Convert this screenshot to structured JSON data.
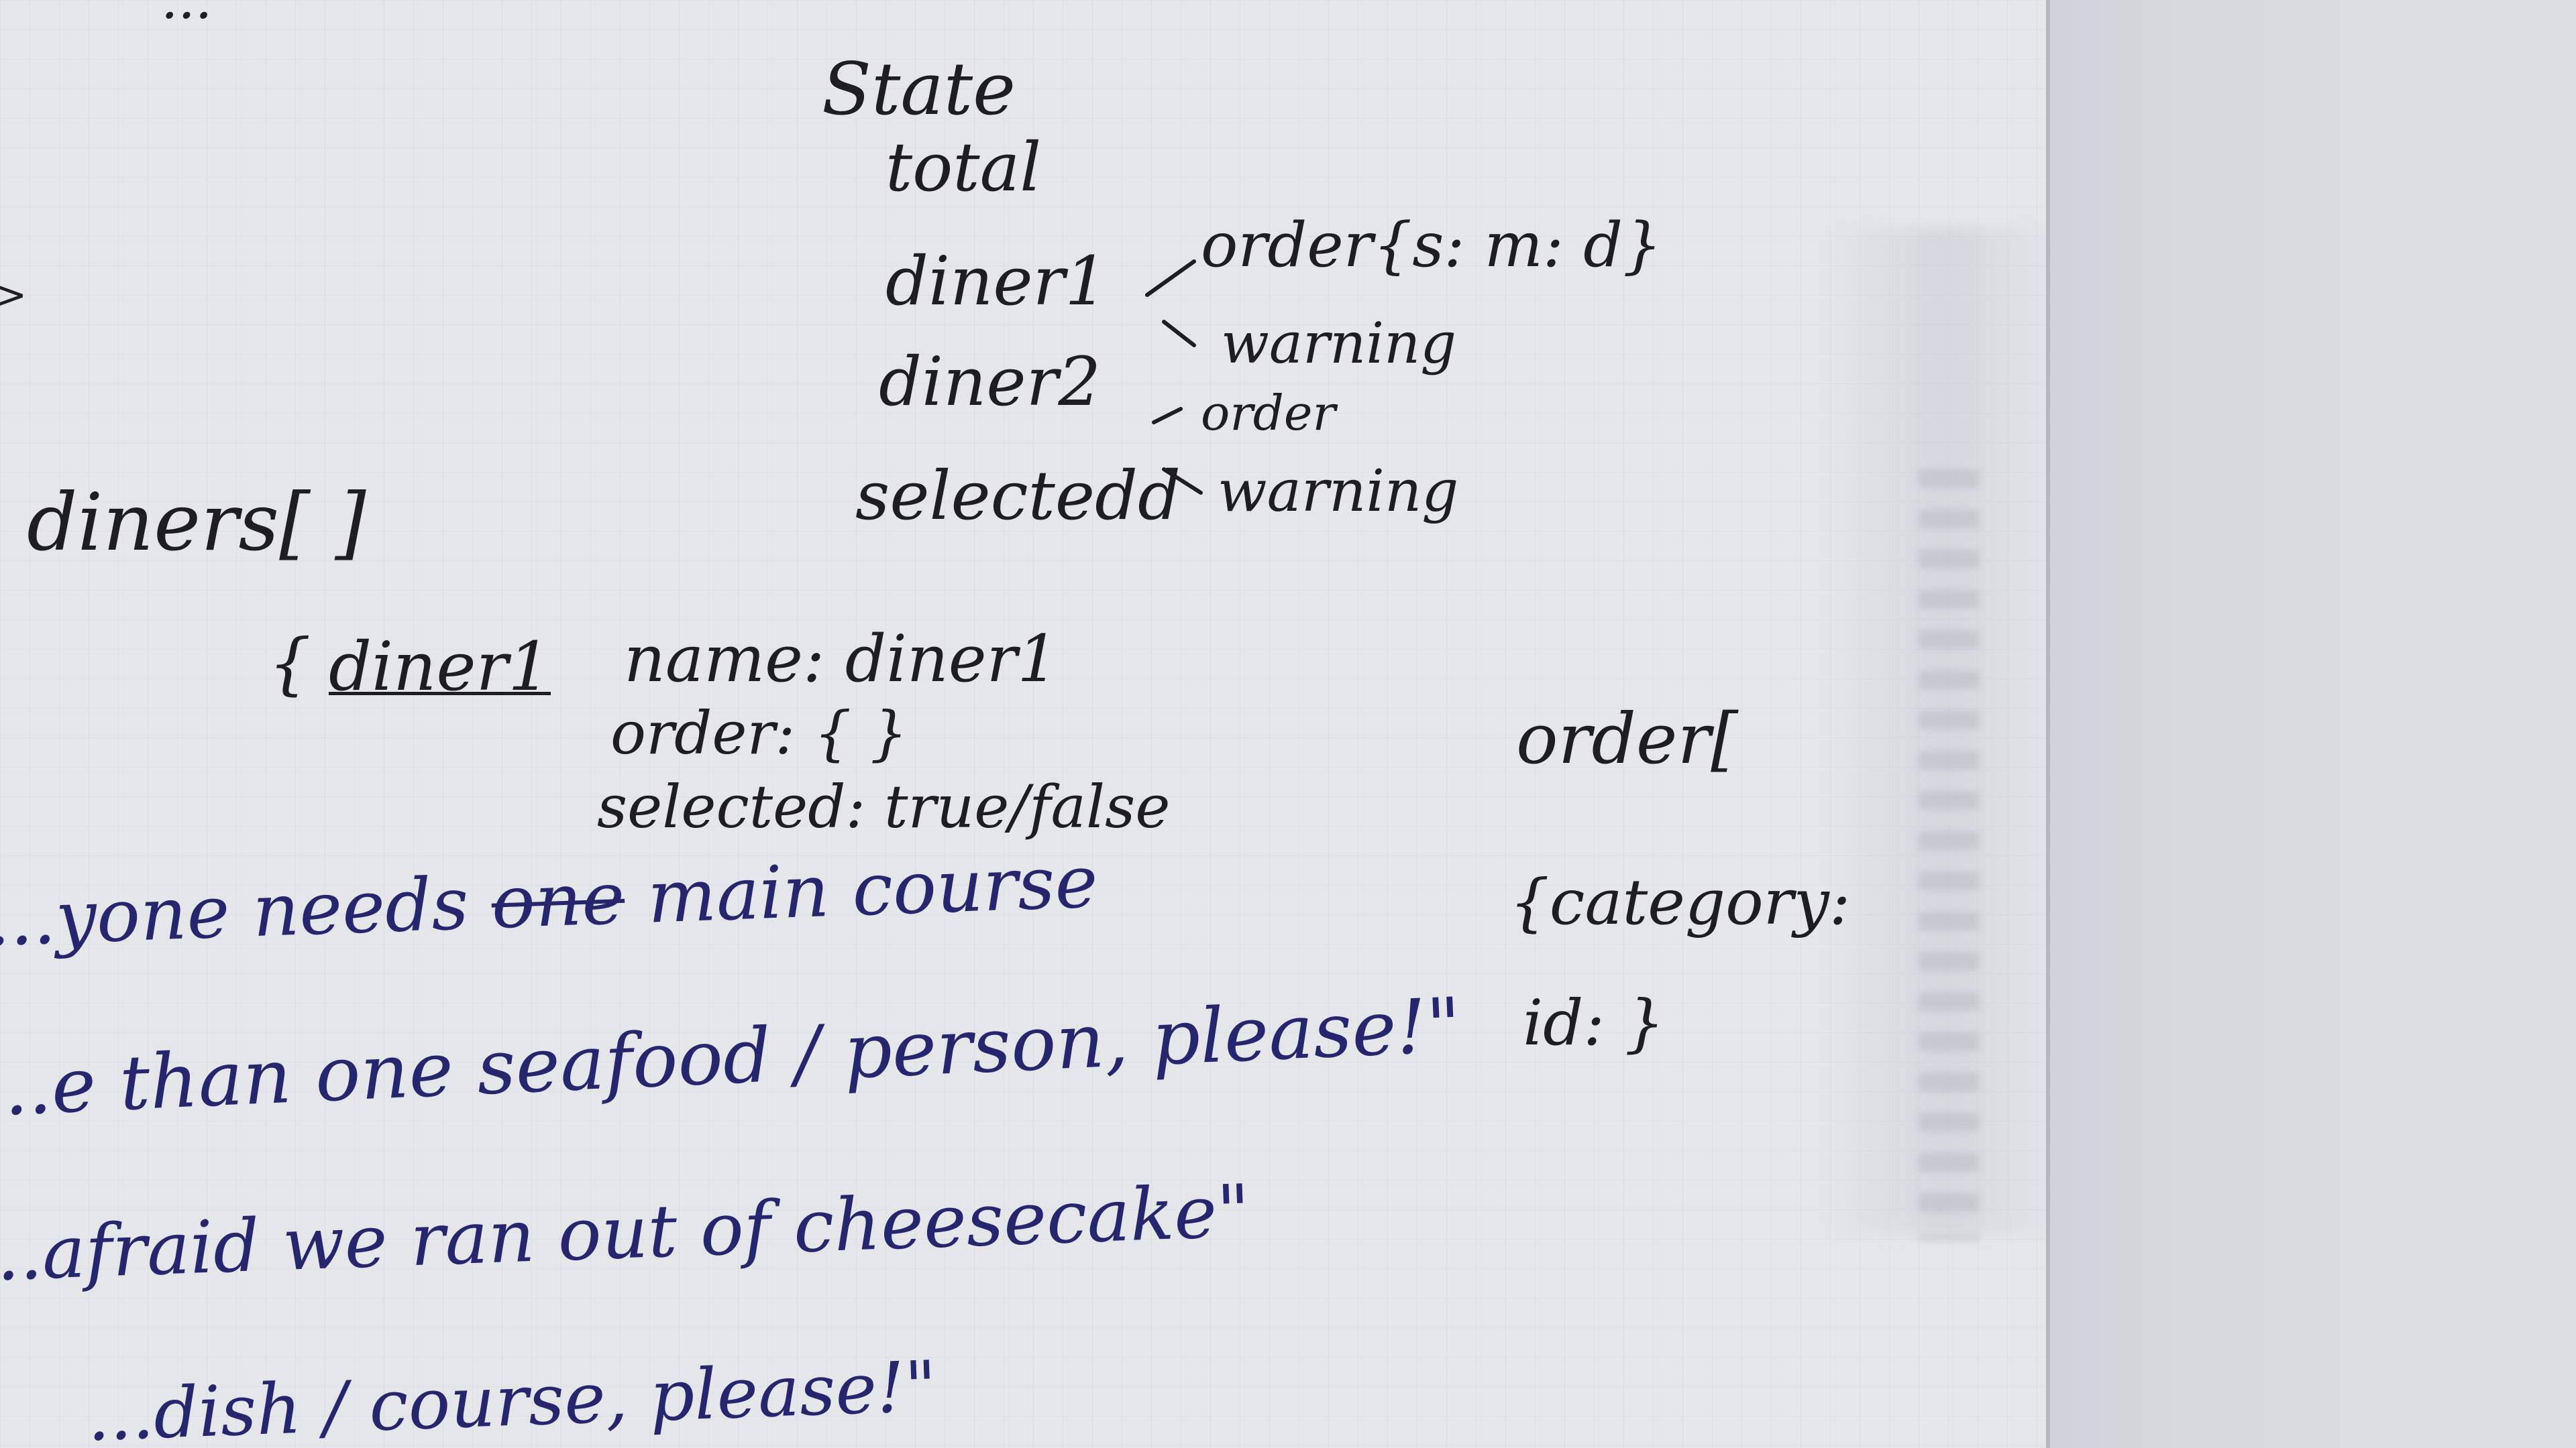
{
  "notes": {
    "top_fragment": "...",
    "state_heading": "State",
    "state_items": [
      "total",
      "diner1",
      "diner2",
      "selectedd"
    ],
    "diner1_branches": [
      "order{s:   m:   d}",
      "warning"
    ],
    "diner2_branches": [
      "order",
      "warning"
    ],
    "diners_array": "diners[        ]",
    "diner_object": {
      "struck_key": "diner1",
      "line1": "name: diner1",
      "line2": "order: {        }",
      "line3": "selected: true/false"
    },
    "order_array": "order[",
    "category_object": [
      "{category:",
      "id:  }"
    ],
    "side_fragment": ">",
    "messages": [
      {
        "lead": "...yone needs ",
        "struck": "one",
        "tail": " main course"
      },
      {
        "text": "...e than one seafood / person, please!\""
      },
      {
        "text": "...afraid we ran out of cheesecake\""
      },
      {
        "text": "...dish / course, please!\""
      }
    ]
  }
}
